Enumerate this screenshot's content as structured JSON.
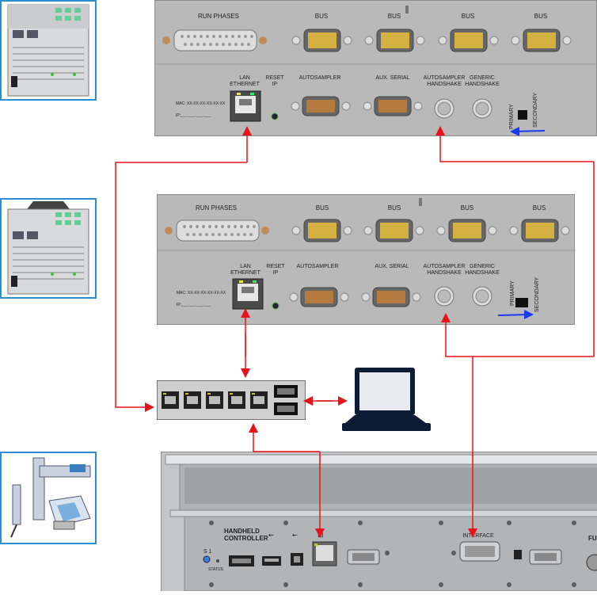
{
  "thumbnails": {
    "instrument_1": "instrument-thumbnail",
    "instrument_2": "instrument-thumbnail",
    "autosampler": "autosampler-thumbnail"
  },
  "rear_panel_top": {
    "run_phases": "RUN PHASES",
    "bus_1": "BUS",
    "bus_2": "BUS",
    "bus_3": "BUS",
    "bus_4": "BUS",
    "lan_line1": "LAN",
    "lan_line2": "ETHERNET",
    "reset_line1": "RESET",
    "reset_line2": "IP",
    "autosampler": "AUTOSAMPLER",
    "aux_serial": "AUX. SERIAL",
    "as_hs_line1": "AUTOSAMPLER",
    "as_hs_line2": "HANDSHAKE",
    "gen_hs_line1": "GENERIC",
    "gen_hs_line2": "HANDSHAKE",
    "mac": "MAC: XX-XX-XX-XX-XX-XX",
    "ip": "IP:___.___.___.___",
    "primary": "PRIMARY",
    "secondary": "SECONDARY"
  },
  "rear_panel_bottom": {
    "run_phases": "RUN PHASES",
    "bus_1": "BUS",
    "bus_2": "BUS",
    "bus_3": "BUS",
    "bus_4": "BUS",
    "lan_line1": "LAN",
    "lan_line2": "ETHERNET",
    "reset_line1": "RESET",
    "reset_line2": "IP",
    "autosampler": "AUTOSAMPLER",
    "aux_serial": "AUX. SERIAL",
    "as_hs_line1": "AUTOSAMPLER",
    "as_hs_line2": "HANDSHAKE",
    "gen_hs_line1": "GENERIC",
    "gen_hs_line2": "HANDSHAKE",
    "mac": "MAC: XX-XX-XX-XX-XX-XX",
    "ip": "IP:___.___.___.___",
    "primary": "PRIMARY",
    "secondary": "SECONDARY"
  },
  "autosampler_panel": {
    "handheld_line1": "HANDHELD",
    "handheld_line2": "CONTROLLER",
    "s1": "S 1",
    "status": "STATUS",
    "interface": "INTERFACE",
    "fuse_partial": "FU"
  },
  "colors": {
    "arrow": "#e8121b",
    "switch_indicator": "#1a3cf0",
    "thumb_border": "#2a8fd0",
    "panel": "#b9b9b9"
  },
  "icons": {
    "switch": "network-switch-icon",
    "laptop": "laptop-icon"
  }
}
